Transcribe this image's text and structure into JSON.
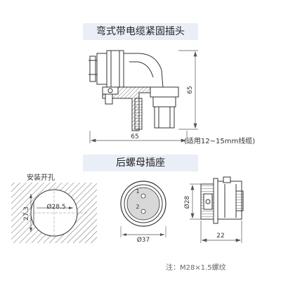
{
  "section1": {
    "title": "弯式带电缆紧固插头",
    "dim_width": "65",
    "dim_height": "65",
    "cable_note": "(适用12~15mm线缆)"
  },
  "section2": {
    "title": "后螺母插座",
    "panel_label": "安装开孔",
    "hole_diameter": "Ø28.5",
    "hole_flat": "27.3",
    "pin1": "1",
    "pin2": "2",
    "face_diameter": "Ø37",
    "thread_diameter": "Ø28",
    "body_length": "22",
    "note": "注：M28×1.5螺纹"
  },
  "colors": {
    "banner_bg": "#eaeef6",
    "line": "#333333",
    "hatch": "#666666",
    "body_fill": "#d8d8d8"
  }
}
